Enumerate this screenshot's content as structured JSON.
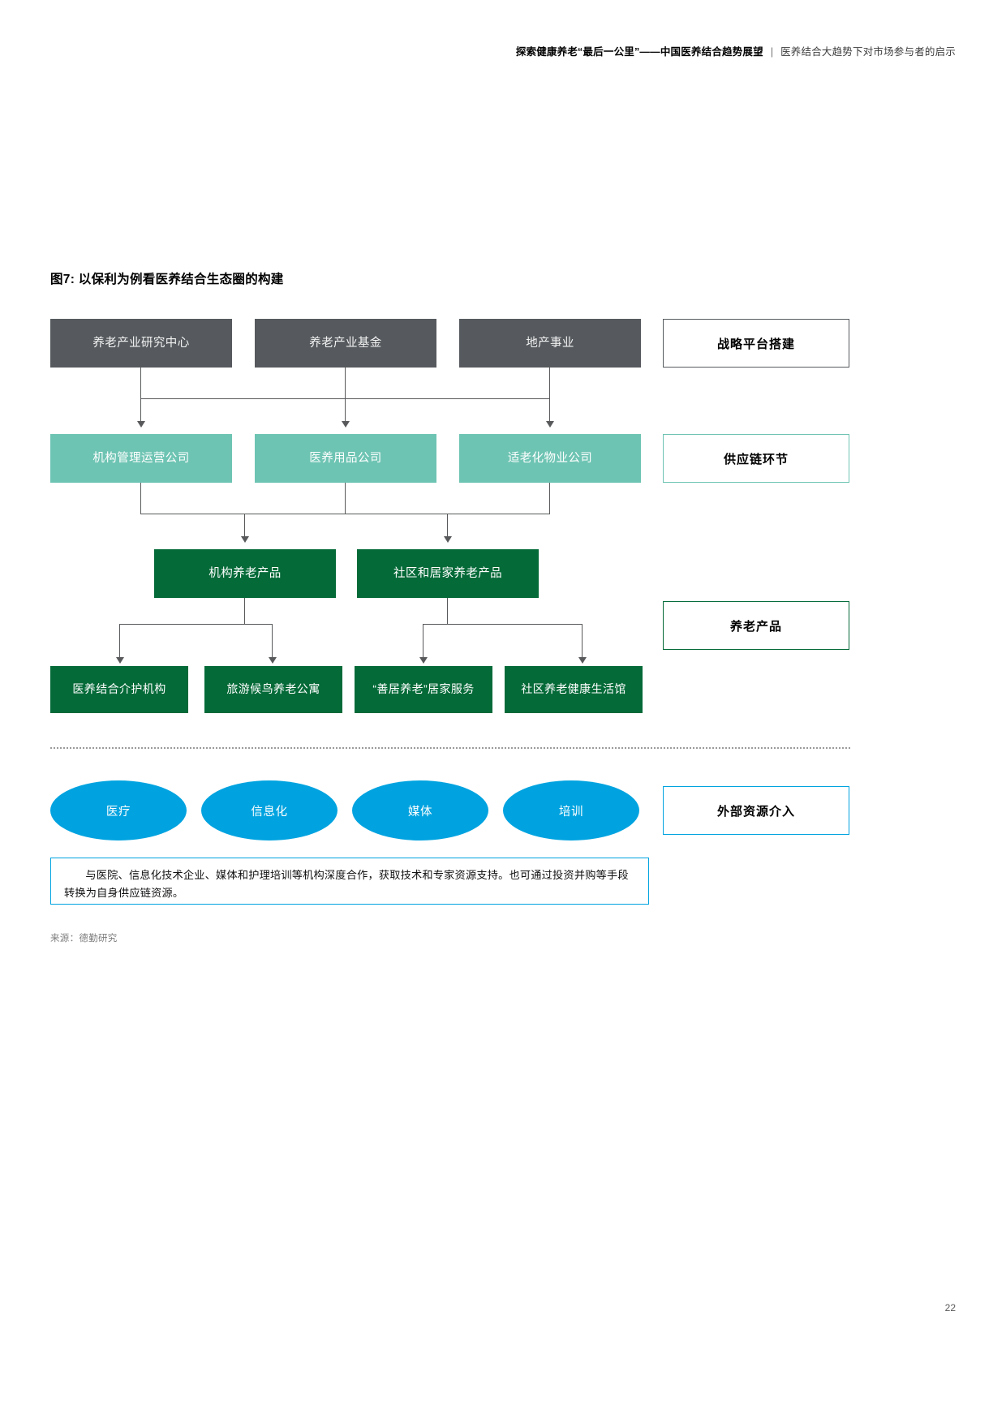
{
  "header": {
    "title_strong": "探索健康养老“最后一公里”——中国医养结合趋势展望",
    "separator": "|",
    "subtitle": "医养结合大趋势下对市场参与者的启示"
  },
  "figure": {
    "title": "图7: 以保利为例看医养结合生态圈的构建",
    "source": "来源：德勤研究"
  },
  "page_number": "22",
  "colors": {
    "gray": "#565a5e",
    "teal": "#6ec4b3",
    "green": "#046A38",
    "blue": "#00A3E0",
    "connector": "#58595b"
  },
  "bands": [
    {
      "label": "战略平台搭建"
    },
    {
      "label": "供应链环节"
    },
    {
      "label": "养老产品"
    },
    {
      "label": "外部资源介入"
    }
  ],
  "rows": {
    "strategy": [
      {
        "label": "养老产业研究中心"
      },
      {
        "label": "养老产业基金"
      },
      {
        "label": "地产事业"
      }
    ],
    "supply_chain": [
      {
        "label": "机构管理运营公司"
      },
      {
        "label": "医养用品公司"
      },
      {
        "label": "适老化物业公司"
      }
    ],
    "products_mid": [
      {
        "label": "机构养老产品"
      },
      {
        "label": "社区和居家养老产品"
      }
    ],
    "products_leaf": [
      {
        "label": "医养结合介护机构"
      },
      {
        "label": "旅游候鸟养老公寓"
      },
      {
        "label": "“善居养老”居家服务"
      },
      {
        "label": "社区养老健康生活馆"
      }
    ],
    "external": [
      {
        "label": "医疗"
      },
      {
        "label": "信息化"
      },
      {
        "label": "媒体"
      },
      {
        "label": "培训"
      }
    ]
  },
  "note": "与医院、信息化技术企业、媒体和护理培训等机构深度合作，获取技术和专家资源支持。也可通过投资并购等手段转换为自身供应链资源。"
}
